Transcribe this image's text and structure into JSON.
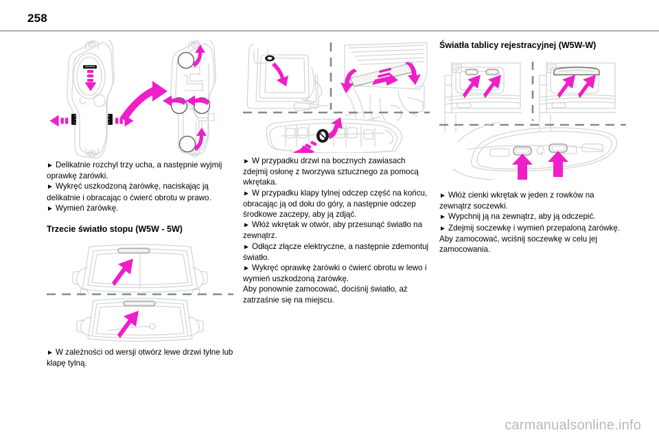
{
  "page": {
    "number": "258",
    "watermark": "carmanualsonline.info",
    "line_color": "#a9aeb2",
    "arrow_color": "#ee1fc8",
    "drawing_color": "#d2d6d8",
    "dash_color": "#7f8a8e"
  },
  "column1": {
    "figure_name": "bulb-holder-removal-figure",
    "paragraphs": [
      {
        "bullet": true,
        "text": "Delikatnie rozchyl trzy ucha, a następnie wyjmij oprawkę żarówki."
      },
      {
        "bullet": true,
        "text": "Wykręć uszkodzoną żarówkę, naciskając ją delikatnie i obracając o ćwierć obrotu w prawo."
      },
      {
        "bullet": true,
        "text": "Wymień żarówkę."
      }
    ],
    "heading": "Trzecie światło stopu (W5W - 5W)",
    "figure2_name": "third-brake-light-figure",
    "paragraphs2": [
      {
        "bullet": true,
        "text": "W zależności od wersji otwórz lewe drzwi tylne lub klapę tylną."
      }
    ]
  },
  "column2": {
    "figure_name": "rear-door-tailgate-light-figure",
    "paragraphs": [
      {
        "bullet": true,
        "text": "W przypadku drzwi na bocznych zawiasach zdejmij osłonę z tworzywa sztucznego za pomocą wkrętaka."
      },
      {
        "bullet": true,
        "text": "W przypadku klapy tylnej odczep część na końcu, obracając ją od dołu do góry, a następnie odczep środkowe zaczepy, aby ją zdjąć."
      },
      {
        "bullet": true,
        "text": "Włóż wkrętak w otwór, aby przesunąć światło na zewnątrz."
      },
      {
        "bullet": true,
        "text": "Odłącz złącze elektryczne, a następnie zdemontuj światło."
      },
      {
        "bullet": true,
        "text": "Wykręć oprawkę żarówki o ćwierć obrotu w lewo i wymień uszkodzoną żarówkę."
      },
      {
        "bullet": false,
        "text": "Aby ponownie zamocować, dociśnij światło, aż zatrzaśnie się na miejscu."
      }
    ]
  },
  "column3": {
    "heading": "Światła tablicy rejestracyjnej (W5W-W)",
    "figure_name": "licence-plate-lights-figure",
    "paragraphs": [
      {
        "bullet": true,
        "text": "Włóż cienki wkrętak w jeden z rowków na zewnątrz soczewki."
      },
      {
        "bullet": true,
        "text": "Wypchnij ją na zewnątrz, aby ją odczepić."
      },
      {
        "bullet": true,
        "text": "Zdejmij soczewkę i wymień przepaloną żarówkę."
      },
      {
        "bullet": false,
        "text": "Aby zamocować, wciśnij soczewkę w celu jej zamocowania."
      }
    ]
  }
}
